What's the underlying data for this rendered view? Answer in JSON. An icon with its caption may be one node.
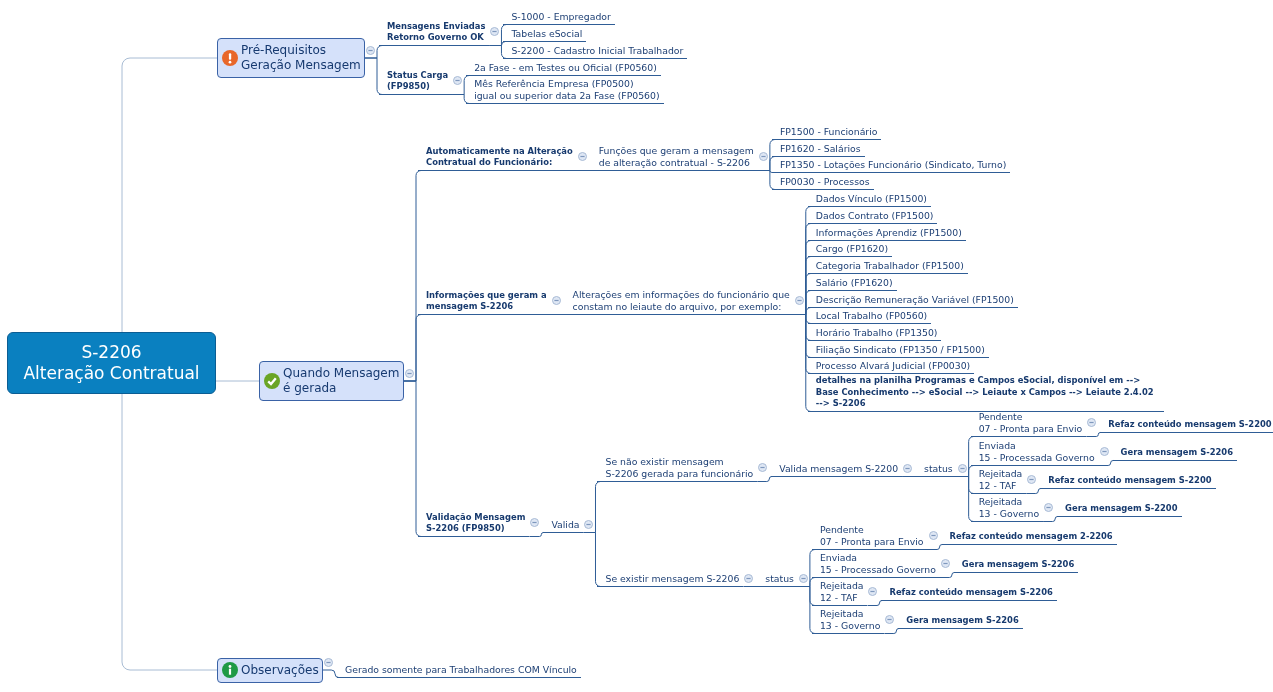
{
  "diagram": {
    "nodes": [
      {
        "text": [
          "S-2206 Alteração Contratual"
        ]
      },
      {
        "text": [
          "Pré-Requisitos Geração Mensagem"
        ]
      },
      {
        "text": [
          "Mensagens Enviadas Retorno Governo OK"
        ]
      },
      {
        "text": [
          "S-1000 - Empregador"
        ]
      },
      {
        "text": [
          "Tabelas eSocial"
        ]
      },
      {
        "text": [
          "S-2200 - Cadastro Inicial Trabalhador"
        ]
      },
      {
        "text": [
          "Status Carga (FP9850)"
        ]
      },
      {
        "text": [
          "2a Fase - em Testes ou Oficial (FP0560)"
        ]
      },
      {
        "text": [
          "Mês Referência Empresa (FP0500) igual ou superior data 2a Fase (FP0560)"
        ]
      },
      {
        "text": [
          "Quando Mensagem é gerada"
        ]
      },
      {
        "text": [
          "Automaticamente na Alteração Contratual do Funcionário:"
        ]
      },
      {
        "text": [
          "Funções que geram a mensagem de alteração contratual - S-2206"
        ]
      },
      {
        "text": [
          "FP1500 - Funcionário"
        ]
      },
      {
        "text": [
          "FP1620 - Salários"
        ]
      },
      {
        "text": [
          "FP1350 - Lotações Funcionário (Sindicato, Turno)"
        ]
      },
      {
        "text": [
          "FP0030 - Processos"
        ]
      },
      {
        "text": [
          "Informações que geram a mensagem S-2206"
        ]
      },
      {
        "text": [
          "Alterações em informações do funcionário que constam no leiaute do arquivo, por exemplo:"
        ]
      },
      {
        "text": [
          "Dados Vínculo (FP1500)"
        ]
      },
      {
        "text": [
          "Dados Contrato (FP1500)"
        ]
      },
      {
        "text": [
          "Informações Aprendiz (FP1500)"
        ]
      },
      {
        "text": [
          "Cargo (FP1620)"
        ]
      },
      {
        "text": [
          "Categoria Trabalhador (FP1500)"
        ]
      },
      {
        "text": [
          "Salário (FP1620)"
        ]
      },
      {
        "text": [
          "Descrição Remuneração Variável (FP1500)"
        ]
      },
      {
        "text": [
          "Local Trabalho (FP0560)"
        ]
      },
      {
        "text": [
          "Horário Trabalho (FP1350)"
        ]
      },
      {
        "text": [
          "Filiação Sindicato (FP1350 / FP1500)"
        ]
      },
      {
        "text": [
          "Processo Alvará Judicial (FP0030)"
        ]
      },
      {
        "text": [
          "detalhes na planilha Programas e Campos eSocial, disponível em --> Base Conhecimento --> eSocial --> Leiaute x Campos --> Leiaute 2.4.02 --> S-2206"
        ]
      },
      {
        "text": [
          "Validação Mensagem S-2206 (FP9850)"
        ]
      },
      {
        "text": [
          "Valida"
        ]
      },
      {
        "text": [
          "Se não existir mensagem S-2206 gerada para funcionário"
        ]
      },
      {
        "text": [
          "Valida mensagem S-2200"
        ]
      },
      {
        "text": [
          "status"
        ]
      },
      {
        "text": [
          "Pendente 07 - Pronta para Envio"
        ]
      },
      {
        "text": [
          "Refaz conteúdo mensagem S-2200"
        ]
      },
      {
        "text": [
          "Enviada 15 - Processada Governo"
        ]
      },
      {
        "text": [
          "Gera mensagem S-2206"
        ]
      },
      {
        "text": [
          "Rejeitada 12 - TAF"
        ]
      },
      {
        "text": [
          "Refaz conteúdo mensagem S-2200"
        ]
      },
      {
        "text": [
          "Rejeitada 13 - Governo"
        ]
      },
      {
        "text": [
          "Gera mensagem S-2200"
        ]
      },
      {
        "text": [
          "Se existir mensagem S-2206"
        ]
      },
      {
        "text": [
          "status"
        ]
      },
      {
        "text": [
          "Pendente 07 - Pronta para Envio"
        ]
      },
      {
        "text": [
          "Refaz conteúdo mensagem 2-2206"
        ]
      },
      {
        "text": [
          "Enviada 15 - Processado Governo"
        ]
      },
      {
        "text": [
          "Gera mensagem S-2206"
        ]
      },
      {
        "text": [
          "Rejeitada 12 - TAF"
        ]
      },
      {
        "text": [
          "Refaz conteúdo mensagem S-2206"
        ]
      },
      {
        "text": [
          "Rejeitada 13 - Governo"
        ]
      },
      {
        "text": [
          "Gera mensagem S-2206"
        ]
      },
      {
        "text": [
          "Observações"
        ]
      },
      {
        "text": [
          "Gerado somente para Trabalhadores COM Vínculo"
        ]
      }
    ],
    "edges": [
      {
        "from": 0,
        "to": 1,
        "arrow": "none",
        "color": "#a8bcd4"
      },
      {
        "from": 1,
        "to": 2,
        "arrow": "none"
      },
      {
        "from": 2,
        "to": 3,
        "arrow": "none"
      },
      {
        "from": 2,
        "to": 4,
        "arrow": "none"
      },
      {
        "from": 2,
        "to": 5,
        "arrow": "none"
      },
      {
        "from": 1,
        "to": 6,
        "arrow": "none"
      },
      {
        "from": 6,
        "to": 7,
        "arrow": "none"
      },
      {
        "from": 6,
        "to": 8,
        "arrow": "none"
      },
      {
        "from": 0,
        "to": 9,
        "arrow": "none",
        "color": "#a8bcd4"
      },
      {
        "from": 9,
        "to": 10,
        "arrow": "none"
      },
      {
        "from": 10,
        "to": 11,
        "arrow": "none"
      },
      {
        "from": 11,
        "to": 12,
        "arrow": "none"
      },
      {
        "from": 11,
        "to": 13,
        "arrow": "none"
      },
      {
        "from": 11,
        "to": 14,
        "arrow": "none"
      },
      {
        "from": 11,
        "to": 15,
        "arrow": "none"
      },
      {
        "from": 9,
        "to": 16,
        "arrow": "none"
      },
      {
        "from": 16,
        "to": 17,
        "arrow": "none"
      },
      {
        "from": 17,
        "to": 18,
        "arrow": "none"
      },
      {
        "from": 17,
        "to": 19,
        "arrow": "none"
      },
      {
        "from": 17,
        "to": 20,
        "arrow": "none"
      },
      {
        "from": 17,
        "to": 21,
        "arrow": "none"
      },
      {
        "from": 17,
        "to": 22,
        "arrow": "none"
      },
      {
        "from": 17,
        "to": 23,
        "arrow": "none"
      },
      {
        "from": 17,
        "to": 24,
        "arrow": "none"
      },
      {
        "from": 17,
        "to": 25,
        "arrow": "none"
      },
      {
        "from": 17,
        "to": 26,
        "arrow": "none"
      },
      {
        "from": 17,
        "to": 27,
        "arrow": "none"
      },
      {
        "from": 17,
        "to": 28,
        "arrow": "none"
      },
      {
        "from": 17,
        "to": 29,
        "arrow": "none"
      },
      {
        "from": 9,
        "to": 30,
        "arrow": "none"
      },
      {
        "from": 30,
        "to": 31,
        "arrow": "none"
      },
      {
        "from": 31,
        "to": 32,
        "arrow": "none"
      },
      {
        "from": 32,
        "to": 33,
        "arrow": "none"
      },
      {
        "from": 33,
        "to": 34,
        "arrow": "none"
      },
      {
        "from": 34,
        "to": 35,
        "arrow": "none"
      },
      {
        "from": 35,
        "to": 36,
        "arrow": "none"
      },
      {
        "from": 34,
        "to": 37,
        "arrow": "none"
      },
      {
        "from": 37,
        "to": 38,
        "arrow": "none"
      },
      {
        "from": 34,
        "to": 39,
        "arrow": "none"
      },
      {
        "from": 39,
        "to": 40,
        "arrow": "none"
      },
      {
        "from": 34,
        "to": 41,
        "arrow": "none"
      },
      {
        "from": 41,
        "to": 42,
        "arrow": "none"
      },
      {
        "from": 31,
        "to": 43,
        "arrow": "none"
      },
      {
        "from": 43,
        "to": 44,
        "arrow": "none"
      },
      {
        "from": 44,
        "to": 45,
        "arrow": "none"
      },
      {
        "from": 45,
        "to": 46,
        "arrow": "none"
      },
      {
        "from": 44,
        "to": 47,
        "arrow": "none"
      },
      {
        "from": 47,
        "to": 48,
        "arrow": "none"
      },
      {
        "from": 44,
        "to": 49,
        "arrow": "none"
      },
      {
        "from": 49,
        "to": 50,
        "arrow": "none"
      },
      {
        "from": 44,
        "to": 51,
        "arrow": "none"
      },
      {
        "from": 51,
        "to": 52,
        "arrow": "none"
      },
      {
        "from": 0,
        "to": 53,
        "arrow": "none",
        "color": "#a8bcd4"
      },
      {
        "from": 53,
        "to": 54,
        "arrow": "none"
      }
    ]
  }
}
